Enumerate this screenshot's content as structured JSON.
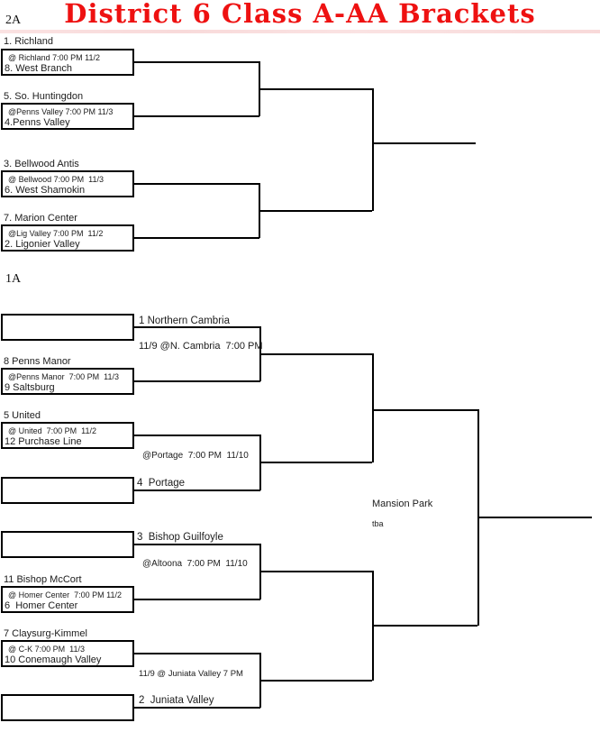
{
  "title": "District 6 Class A-AA Brackets",
  "colors": {
    "title_red": "#ee1111",
    "line_black": "#000000"
  },
  "bracket_2a": {
    "label": "2A",
    "games": [
      {
        "seed_top": "1. Richland",
        "info": "@ Richland 7:00 PM 11/2",
        "seed_bottom": "8. West Branch"
      },
      {
        "seed_top": "5. So. Huntingdon",
        "info": "@Penns Valley 7:00 PM 11/3",
        "seed_bottom": "4.Penns Valley"
      },
      {
        "seed_top": "3. Bellwood Antis",
        "info": "@ Bellwood 7:00 PM  11/3",
        "seed_bottom": "6. West Shamokin"
      },
      {
        "seed_top": "7. Marion Center",
        "info": "@Lig Valley 7:00 PM  11/2",
        "seed_bottom": "2. Ligonier Valley"
      }
    ]
  },
  "bracket_1a": {
    "label": "1A",
    "games": [
      {
        "seed_top": "8 Penns Manor",
        "info": "@Penns Manor  7:00 PM  11/3",
        "seed_bottom": "9 Saltsburg"
      },
      {
        "seed_top": "5 United",
        "info": "@ United  7:00 PM  11/2",
        "seed_bottom": "12 Purchase Line"
      },
      {
        "seed_top": "11 Bishop McCort",
        "info": "@ Homer Center  7:00 PM 11/2",
        "seed_bottom": "6  Homer Center"
      },
      {
        "seed_top": "7 Claysurg-Kimmel",
        "info": "@ C-K 7:00 PM  11/3",
        "seed_bottom": "10 Conemaugh Valley"
      }
    ],
    "bye_teams": [
      "1 Northern Cambria",
      "4  Portage",
      "3  Bishop Guilfoyle",
      "2  Juniata Valley"
    ],
    "semifinal_info": [
      "11/9 @N. Cambria  7:00 PM",
      "@Portage  7:00 PM  11/10",
      "@Altoona  7:00 PM  11/10",
      "11/9 @ Juniata Valley 7 PM"
    ],
    "final": {
      "venue": "Mansion Park",
      "time": "tba"
    }
  }
}
